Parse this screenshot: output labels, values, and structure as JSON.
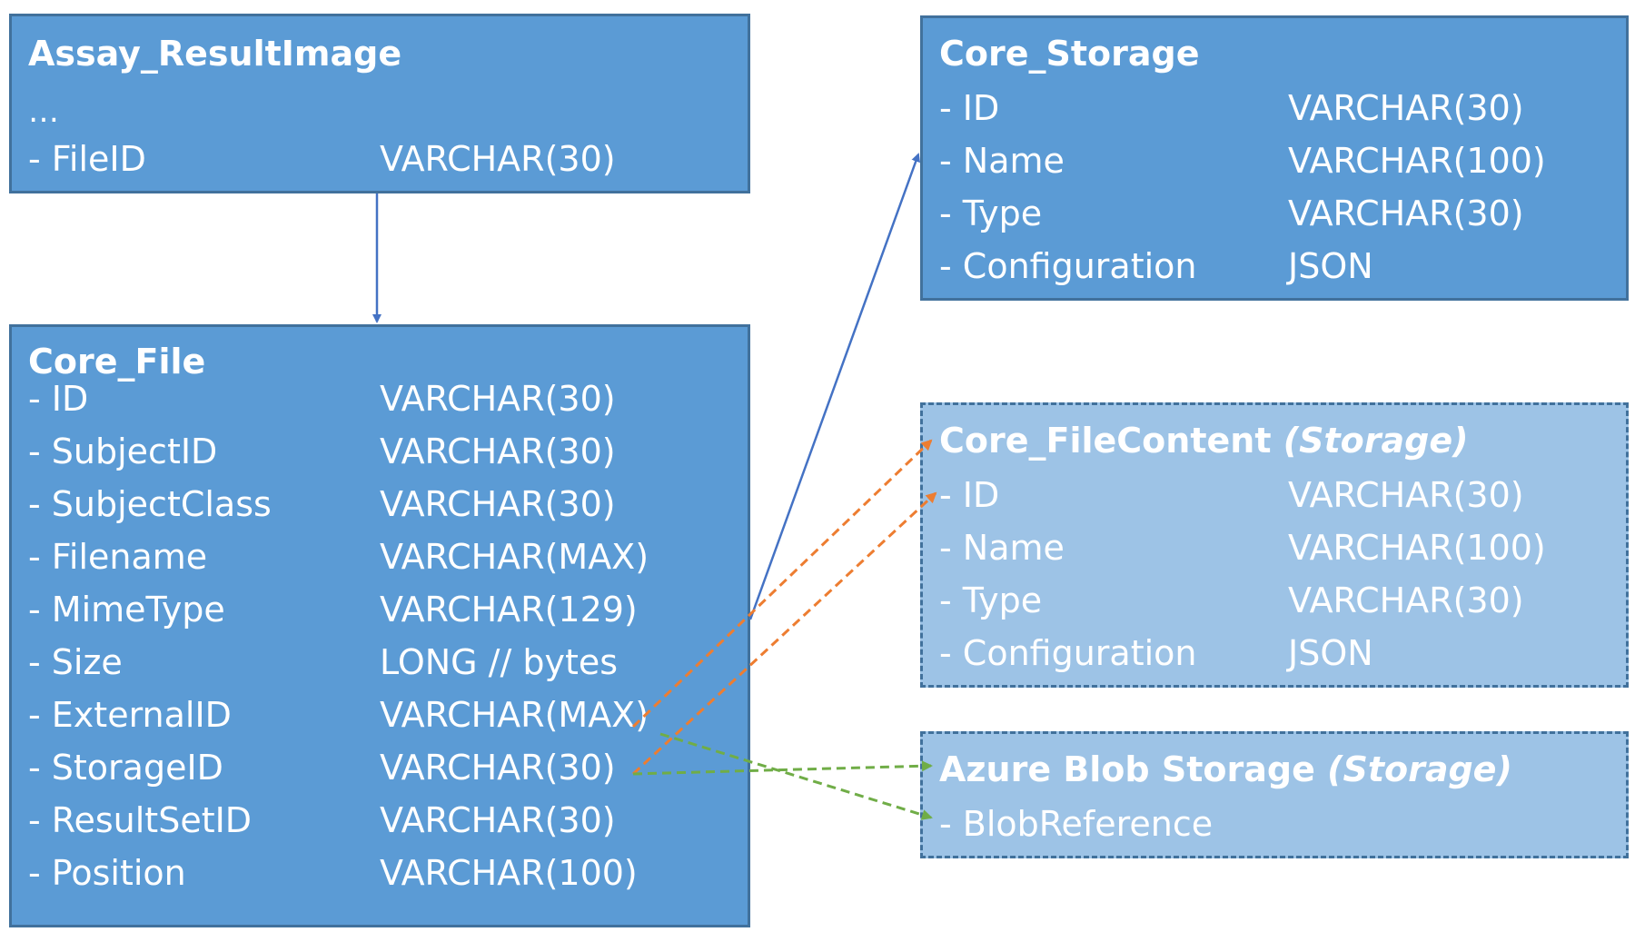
{
  "entities": {
    "assay_resultimage": {
      "title": "Assay_ResultImage",
      "ellipsis": "…",
      "fields": [
        {
          "name": "- FileID",
          "type": "VARCHAR(30)"
        }
      ]
    },
    "core_file": {
      "title": "Core_File",
      "fields": [
        {
          "name": "- ID",
          "type": "VARCHAR(30)"
        },
        {
          "name": "- SubjectID",
          "type": "VARCHAR(30)"
        },
        {
          "name": "- SubjectClass",
          "type": "VARCHAR(30)"
        },
        {
          "name": "- Filename",
          "type": "VARCHAR(MAX)"
        },
        {
          "name": "- MimeType",
          "type": "VARCHAR(129)"
        },
        {
          "name": "- Size",
          "type": "LONG // bytes"
        },
        {
          "name": "- ExternalID",
          "type": "VARCHAR(MAX)"
        },
        {
          "name": "- StorageID",
          "type": "VARCHAR(30)"
        },
        {
          "name": "- ResultSetID",
          "type": "VARCHAR(30)"
        },
        {
          "name": "- Position",
          "type": "VARCHAR(100)"
        }
      ]
    },
    "core_storage": {
      "title": "Core_Storage",
      "fields": [
        {
          "name": "- ID",
          "type": "VARCHAR(30)"
        },
        {
          "name": "- Name",
          "type": "VARCHAR(100)"
        },
        {
          "name": "- Type",
          "type": "VARCHAR(30)"
        },
        {
          "name": "- Configuration",
          "type": "JSON"
        }
      ]
    },
    "core_filecontent": {
      "title": "Core_FileContent",
      "qualifier": "(Storage)",
      "fields": [
        {
          "name": "- ID",
          "type": "VARCHAR(30)"
        },
        {
          "name": "- Name",
          "type": "VARCHAR(100)"
        },
        {
          "name": "- Type",
          "type": "VARCHAR(30)"
        },
        {
          "name": "- Configuration",
          "type": "JSON"
        }
      ]
    },
    "azure_blob": {
      "title": "Azure Blob Storage",
      "qualifier": "(Storage)",
      "fields": [
        {
          "name": "- BlobReference",
          "type": ""
        }
      ]
    }
  },
  "colors": {
    "entity_fill": "#5b9bd5",
    "virtual_fill": "#9dc3e6",
    "border": "#41719c",
    "link_solid": "#4472c4",
    "link_filecontent": "#ed7d31",
    "link_blob": "#70ad47"
  }
}
